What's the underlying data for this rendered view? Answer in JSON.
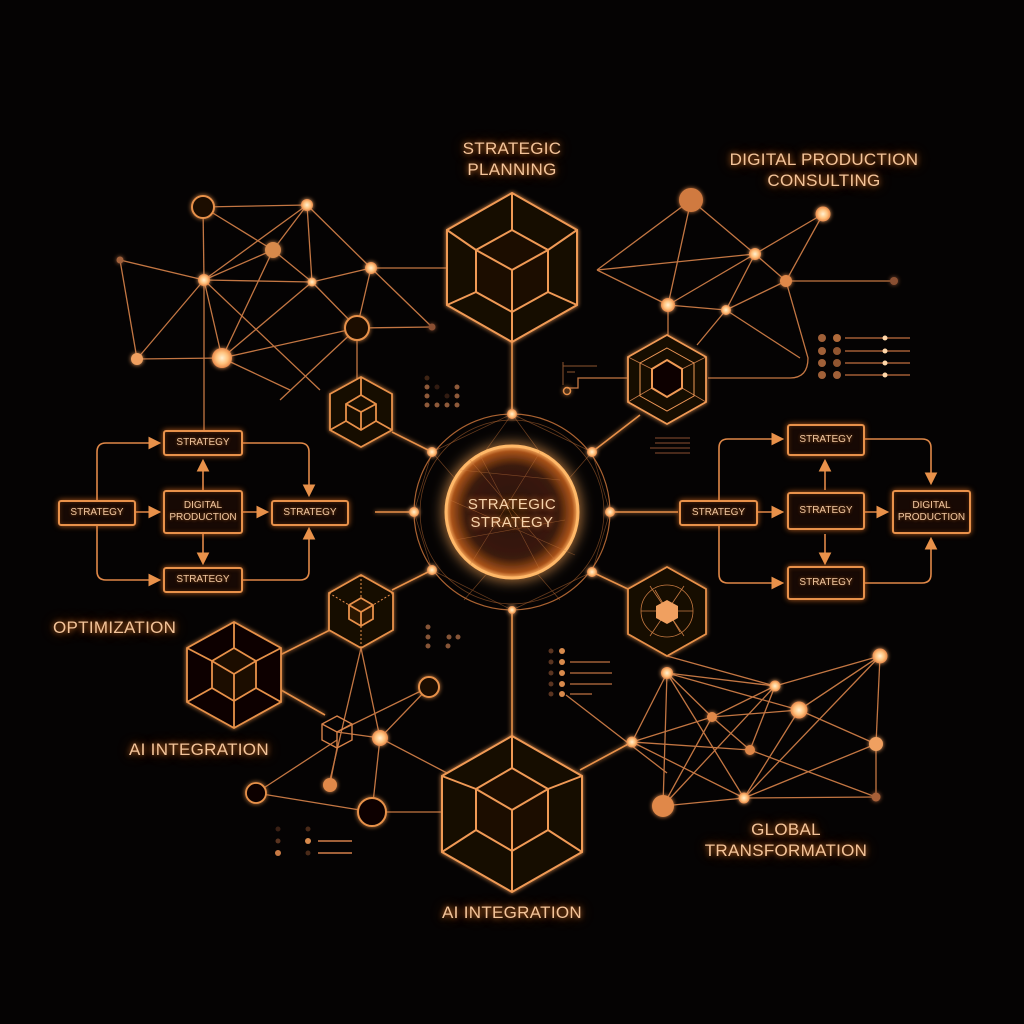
{
  "colors": {
    "background": "#050303",
    "line": "#e8914a",
    "node_bright": "#ffc07a",
    "node_dim": "#c2743a",
    "text": "#f3c49a"
  },
  "labels": {
    "strategic_planning": "STRATEGIC\nPLANNING",
    "digital_production_consulting": "DIGITAL PRODUCTION\nCONSULTING",
    "optimization": "OPTIMIZATION",
    "ai_integration_left": "AI INTEGRATION",
    "ai_integration_bottom": "AI INTEGRATION",
    "global_transformation": "GLOBAL\nTRANSFORMATION"
  },
  "core": {
    "label": "STRATEGIC\nSTRATEGY",
    "icon": "glowing-sphere-network"
  },
  "left_flow": {
    "nodes": [
      {
        "id": "l-input",
        "label": "STRATEGY"
      },
      {
        "id": "l-top",
        "label": "STRATEGY"
      },
      {
        "id": "l-center",
        "label": "DIGITAL\nPRODUCTION"
      },
      {
        "id": "l-bottom",
        "label": "STRATEGY"
      },
      {
        "id": "l-output",
        "label": "STRATEGY"
      }
    ]
  },
  "right_flow": {
    "nodes": [
      {
        "id": "r-input",
        "label": "STRATEGY"
      },
      {
        "id": "r-top",
        "label": "STRATEGY"
      },
      {
        "id": "r-center",
        "label": "STRATEGY"
      },
      {
        "id": "r-bottom",
        "label": "STRATEGY"
      },
      {
        "id": "r-output",
        "label": "DIGITAL\nPRODUCTION"
      }
    ]
  },
  "icons": [
    "cube-icon-top",
    "cube-icon-small-left",
    "cube-icon-small-lower-left",
    "cube-icon-optimization",
    "cube-icon-tiny",
    "cube-icon-bottom",
    "hexagon-icon-right",
    "hexagon-network-icon-lower-right",
    "dot-matrix-icon",
    "slider-legend-icon"
  ]
}
